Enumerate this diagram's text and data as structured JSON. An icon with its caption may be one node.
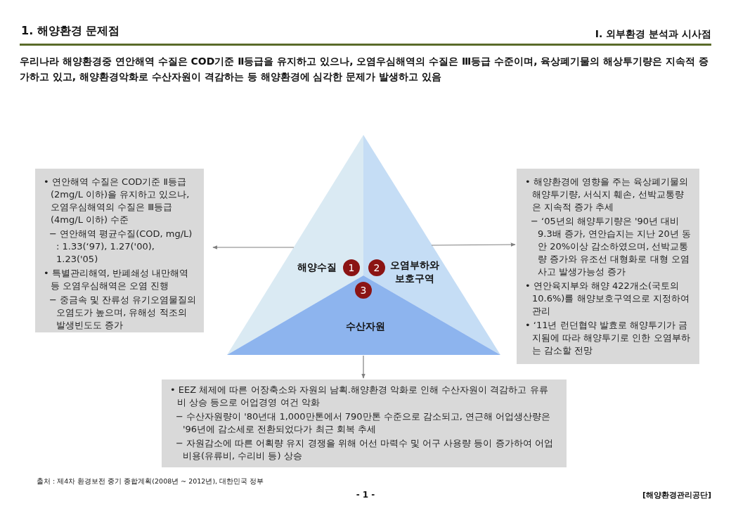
{
  "diagram": {
    "title": "1. 해양환경 문제점",
    "nodes": [
      {
        "text": [
          "해양수질",
          "1"
        ]
      },
      {
        "text": [
          "2",
          "오염부하와 보호구역"
        ]
      },
      {
        "text": [
          "3",
          "수산자원"
        ]
      },
      {
        "text": [
          "• 연안해역 수질은 COD기준 Ⅱ등급(2mg/L 이하)을 유지하고 있으나, 오염우심해역의 수질은 Ⅲ등급(4mg/L 이하) 수준",
          "− 연안해역 평균수질(COD, mg/L) : 1.33(‘97), 1.27('00), 1.23('05)",
          "• 특별관리해역, 반폐쇄성 내만해역 등 오염우심해역은 오염 진행",
          "− 중금속 및 잔류성 유기오염물질의 오염도가 높으며, 유해성 적조의 발생빈도도 증가"
        ]
      },
      {
        "text": [
          "• 해양환경에 영향을 주는 육상폐기물의 해양투기량, 서식지 훼손, 선박교통량은 지속적 증가 추세",
          "− ‘05년의 해양투기량은 '90년 대비 9.3배 증가, 연안습지는 지난 20년 동안 20%이상 감소하였으며, 선박교통량 증가와 유조선 대형화로 대형 오염사고 발생가능성 증가",
          "• 연안육지부와 해양 422개소(국토의 10.6%)를 해양보호구역으로 지정하여 관리",
          "• ‘11년 런던협약 발효로 해양투기가 금지됨에 따라 해양투기로 인한 오염부하는 감소할 전망"
        ]
      },
      {
        "text": [
          "• EEZ 체제에 따른 어장축소와 자원의 남획.해양환경 악화로 인해 수산자원이 격감하고 유류비 상승 등으로 어업경영 여건 악화",
          "− 수산자원량이 '80년대 1,000만톤에서 790만톤 수준으로 감소되고, 연근해 어업생산량은 '96년에 감소세로 전환되었다가 최근 회복 추세",
          "− 자원감소에 따른 어획량 유지 경쟁을 위해 어선 마력수 및 어구 사용량 등이 증가하여 어업비용(유류비, 수리비 등) 상승"
        ]
      }
    ],
    "edges": [
      {
        "from": 0,
        "to": 3,
        "arrow": "to"
      },
      {
        "from": 1,
        "to": 4,
        "arrow": "to"
      },
      {
        "from": 2,
        "to": 5,
        "arrow": "to"
      }
    ],
    "labels": [
      "I. 외부환경 분석과 시사점",
      "우리나라 해양환경중 연안해역 수질은 COD기준 Ⅱ등급을 유지하고 있으나, 오염우심해역의 수질은 Ⅲ등급 수준이며, 육상폐기물의 해상투기량은 지속적 증가하고 있고, 해양환경악화로 수산자원이 격감하는 등 해양환경에 심각한 문제가 발생하고 있음",
      "출처 : 제4차 환경보전 중기 종합계획(2008년 ~ 2012년), 대한민국 정부",
      "- 1 -",
      "[해양환경관리공단]"
    ]
  }
}
